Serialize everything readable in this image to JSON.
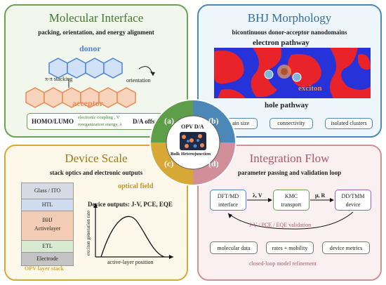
{
  "panels": {
    "molecular": {
      "title": "Molecular Interface",
      "subtitle": "packing, orientation, and energy alignment",
      "donor": "donor",
      "acceptor": "acceptor",
      "stacking": "π-π stacking",
      "orientation": "orientation",
      "homo_lumo": "HOMO/LUMO",
      "coupling": "electronic coupling , V",
      "reorg": "reorganization energy, λ",
      "offset": "D/A offset",
      "colors": {
        "donor": "#4f84d0",
        "acceptor": "#e98a55"
      }
    },
    "bhj": {
      "title": "BHJ Morphology",
      "subtitle": "bicontinuous donor-acceptor nanodomains",
      "electron_pathway": "electron pathway",
      "hole_pathway": "hole pathway",
      "exciton": "exciton",
      "chips": [
        "domain size",
        "connectivity",
        "isolated clusters"
      ],
      "colors": {
        "donor": "#e8242a",
        "acceptor": "#2633d9"
      }
    },
    "device": {
      "title": "Device Scale",
      "subtitle": "stack optics and electronic outputs",
      "layers": [
        "Glass / ITO",
        "HTL",
        "BHJ\nActivelayer",
        "ETL",
        "Electrode"
      ],
      "stack_caption": "OPV layer stack",
      "optical_field": "optical field",
      "outputs": "Device outputs: J-V, PCE, EQE",
      "ylabel": "exciton generation rate",
      "xlabel": "active-layer position"
    },
    "integration": {
      "title": "Integration Flow",
      "subtitle": "parameter passing and validation loop",
      "nodes": [
        {
          "line1": "DFT/MD",
          "line2": "interface"
        },
        {
          "line1": "KMC",
          "line2": "transport"
        },
        {
          "line1": "DD/TMM",
          "line2": "device"
        }
      ],
      "edge1": "λ, V",
      "edge2": "μ, R",
      "validation": "J-V / PCE / EQE validation",
      "chips": [
        "molecular data",
        "rates + mobility",
        "device metrics"
      ],
      "caption": "closed-loop model refinement"
    }
  },
  "center": {
    "labels": [
      "(a)",
      "(b)",
      "(c)",
      "(d)"
    ],
    "device_top": "OPV D/A",
    "device_bottom": "Bulk Heterojunction",
    "colors": [
      "#5f9e48",
      "#4b88b8",
      "#d8a837",
      "#d18f99"
    ]
  }
}
